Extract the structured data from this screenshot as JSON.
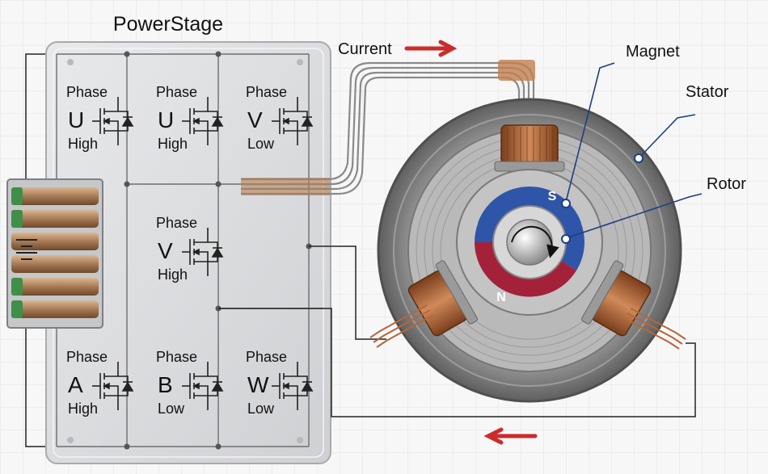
{
  "title": "PowerStage",
  "labels": {
    "current": "Current",
    "magnet": "Magnet",
    "stator": "Stator",
    "rotor": "Rotor",
    "pole_s": "S",
    "pole_n": "N"
  },
  "switches": [
    {
      "id": "sw-u-high",
      "word": "Phase",
      "letter": "U",
      "level": "High"
    },
    {
      "id": "sw-u-high-2",
      "word": "Phase",
      "letter": "U",
      "level": "High"
    },
    {
      "id": "sw-v-low",
      "word": "Phase",
      "letter": "V",
      "level": "Low"
    },
    {
      "id": "sw-v-high",
      "word": "Phase",
      "letter": "V",
      "level": "High"
    },
    {
      "id": "sw-a-high",
      "word": "Phase",
      "letter": "A",
      "level": "High"
    },
    {
      "id": "sw-b-low",
      "word": "Phase",
      "letter": "B",
      "level": "Low"
    },
    {
      "id": "sw-w-low",
      "word": "Phase",
      "letter": "W",
      "level": "Low"
    }
  ],
  "colors": {
    "arrow": "#cc2b2b",
    "rotor_blue": "#2f55a8",
    "rotor_red": "#a3223a",
    "copper": "#b5663a",
    "board": "#d9dadc",
    "leader": "#1c3f82"
  }
}
